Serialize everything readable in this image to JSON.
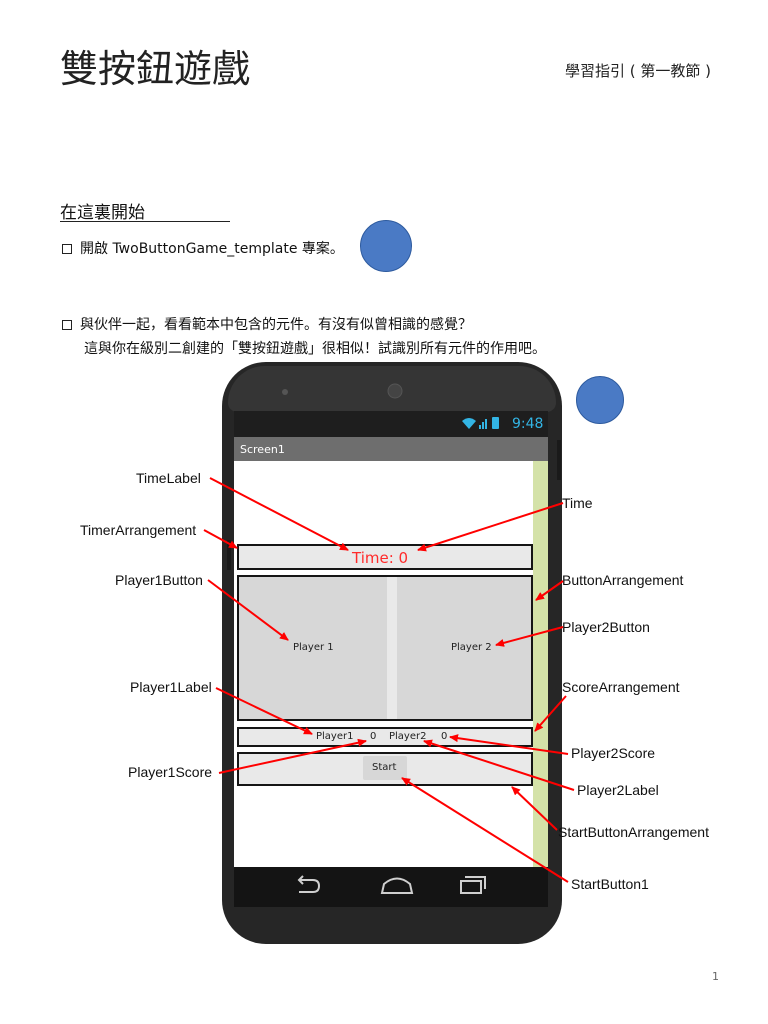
{
  "header": {
    "title": "雙按鈕遊戲",
    "subtitle": "學習指引 ( 第一教節 )"
  },
  "section": {
    "heading": "在這裏開始",
    "step1": "開啟 TwoButtonGame_template 專案。",
    "step2_line1": "與伙伴一起，看看範本中包含的元件。有沒有似曾相識的感覺？",
    "step2_line2": "這與你在級別二創建的「雙按鈕遊戲」很相似！試識別所有元件的作用吧。"
  },
  "phone": {
    "status_time": "9:48",
    "screen_title": "Screen1",
    "time_label": "Time:  0",
    "player1_button": "Player 1",
    "player2_button": "Player 2",
    "player1_label": "Player1",
    "player1_score": "0",
    "player2_label": "Player2",
    "player2_score": "0",
    "start_button": "Start"
  },
  "callouts": {
    "time_label": "TimeLabel",
    "timer_arrangement": "TimerArrangement",
    "player1_button": "Player1Button",
    "player1_label": "Player1Label",
    "player1_score": "Player1Score",
    "time": "Time",
    "button_arrangement": "ButtonArrangement",
    "player2_button": "Player2Button",
    "score_arrangement": "ScoreArrangement",
    "player2_score": "Player2Score",
    "player2_label": "Player2Label",
    "start_button_arrangement": "StartButtonArrangement",
    "start_button1": "StartButton1"
  },
  "colors": {
    "arrow": "#ff0000",
    "time_text": "#ff2a2a",
    "circle": "#4a7ac5"
  },
  "page_number": "1"
}
